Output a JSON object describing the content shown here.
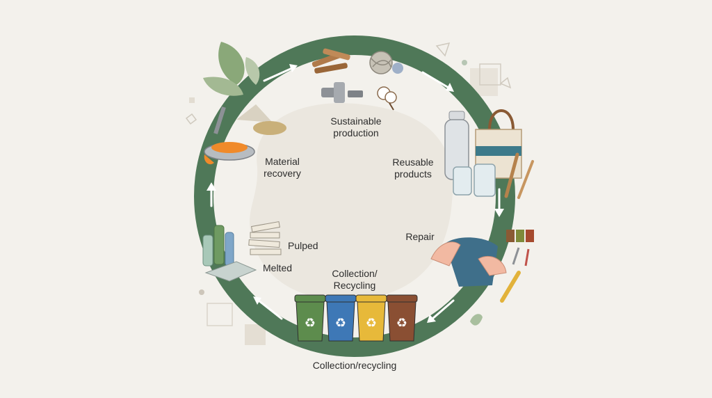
{
  "diagram": {
    "type": "circular-economy-cycle",
    "ring_color": "#4f7858",
    "arrow_color": "#ffffff",
    "stages": [
      {
        "id": "production",
        "label_lines": [
          "Sustainable",
          "production"
        ]
      },
      {
        "id": "reusable",
        "label_lines": [
          "Reusable",
          "products"
        ]
      },
      {
        "id": "repair",
        "label_lines": [
          "Repair"
        ]
      },
      {
        "id": "collection",
        "label_lines": [
          "Collection/",
          "Recycling"
        ]
      },
      {
        "id": "pulped",
        "label_lines": [
          "Pulped"
        ]
      },
      {
        "id": "melted",
        "label_lines": [
          "Melted"
        ]
      },
      {
        "id": "recovery",
        "label_lines": [
          "Material",
          "recovery"
        ]
      }
    ],
    "footer_label": "Collection/recycling",
    "bins": [
      {
        "color": "#5d8c4d",
        "icon": "recycle-icon",
        "glyph": "♻"
      },
      {
        "color": "#3e78b6",
        "icon": "recycle-icon",
        "glyph": "♻"
      },
      {
        "color": "#e7b93a",
        "icon": "recycle-icon",
        "glyph": "♻"
      },
      {
        "color": "#8a4f33",
        "icon": "recycle-icon",
        "glyph": "♻"
      }
    ]
  }
}
